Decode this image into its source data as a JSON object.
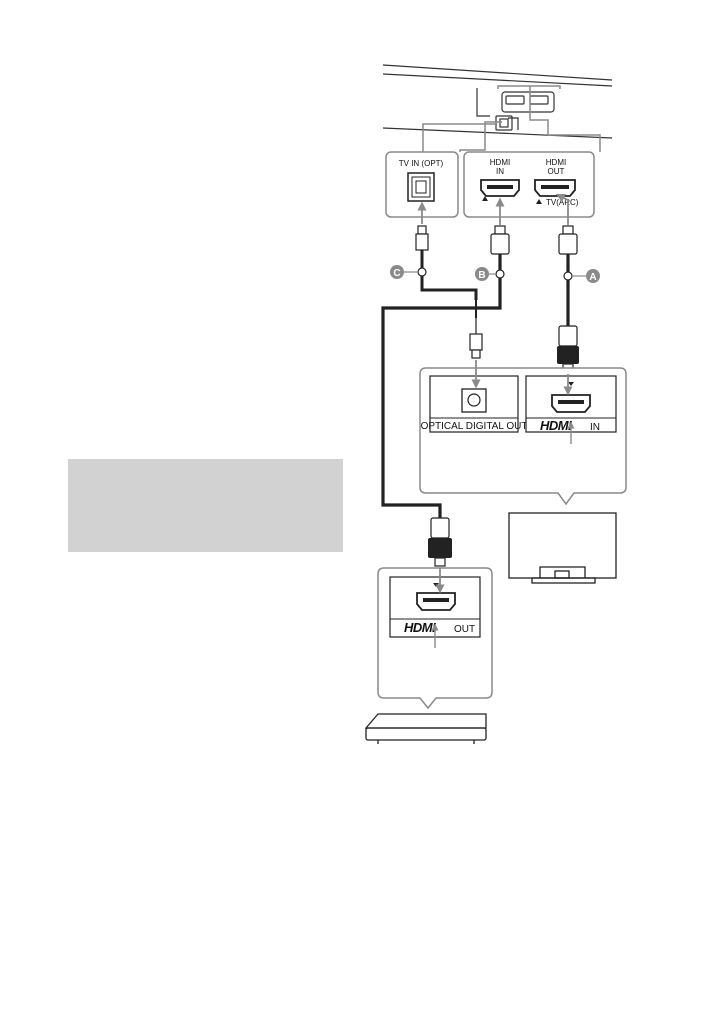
{
  "soundbar": {
    "tv_in_label": "TV IN (OPT)",
    "hdmi_in_label_1": "HDMI",
    "hdmi_in_label_2": "IN",
    "hdmi_out_label_1": "HDMI",
    "hdmi_out_label_2": "OUT",
    "tv_arc_label": "TV(ARC)"
  },
  "cables": [
    {
      "badge": "A"
    },
    {
      "badge": "B"
    },
    {
      "badge": "C"
    }
  ],
  "tv": {
    "optical_label": "OPTICAL DIGITAL OUT",
    "hdmi_logo": "HDMI",
    "hdmi_label": "IN"
  },
  "player": {
    "hdmi_logo": "HDMI",
    "hdmi_label": "OUT"
  },
  "colors": {
    "line": "#333333",
    "gray": "#8a8a8a",
    "note_box": "#d2d2d2"
  }
}
